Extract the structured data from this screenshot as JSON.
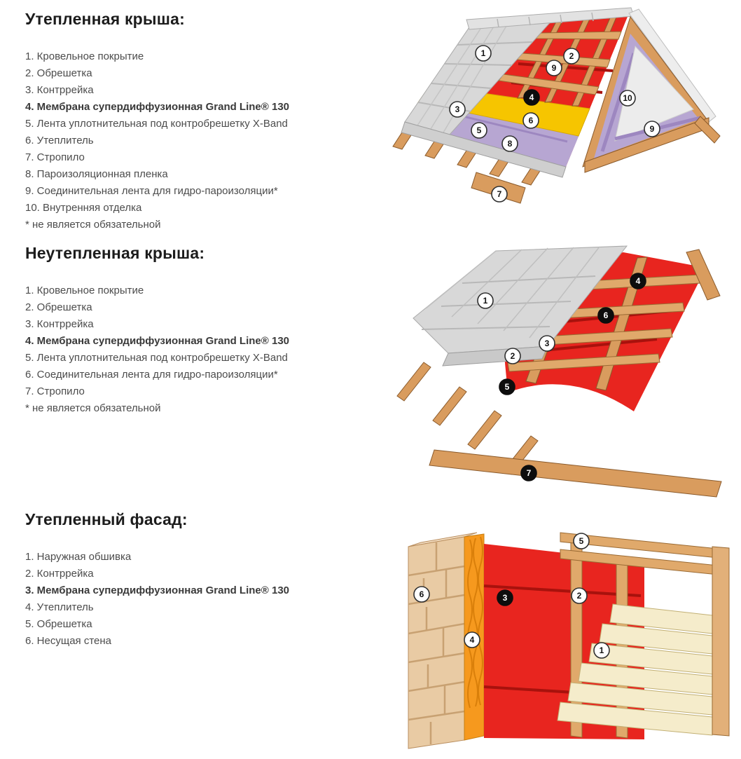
{
  "sections": [
    {
      "id": "insulated-roof",
      "heading": "Утепленная крыша:",
      "items": [
        "1. Кровельное покрытие",
        "2. Обрешетка",
        "3. Контррейка",
        "4. Мембрана супердиффузионная Grand Line® 130",
        "5. Лента уплотнительная под контробрешетку X-Band",
        "6. Утеплитель",
        "7. Стропило",
        "8. Пароизоляционная пленка",
        "9. Соединительная лента для гидро-пароизоляции*",
        "10. Внутренняя отделка",
        "* не является обязательной"
      ],
      "markers": [
        "1",
        "2",
        "9",
        "3",
        "4",
        "6",
        "5",
        "8",
        "7",
        "10",
        "9"
      ]
    },
    {
      "id": "cold-roof",
      "heading": "Неутепленная крыша:",
      "items": [
        "1. Кровельное покрытие",
        "2. Обрешетка",
        "3. Контррейка",
        "4. Мембрана супердиффузионная Grand Line® 130",
        "5. Лента уплотнительная под контробрешетку X-Band",
        "6. Соединительная лента для гидро-пароизоляции*",
        "7. Стропило",
        "* не является обязательной"
      ],
      "markers": [
        "1",
        "4",
        "6",
        "3",
        "2",
        "5",
        "7"
      ]
    },
    {
      "id": "insulated-facade",
      "heading": "Утепленный фасад:",
      "items": [
        "1. Наружная обшивка",
        "2. Контррейка",
        "3. Мембрана супердиффузионная Grand Line® 130",
        "4. Утеплитель",
        "5. Обрешетка",
        "6. Несущая стена"
      ],
      "markers": [
        "6",
        "3",
        "4",
        "2",
        "5",
        "1"
      ]
    }
  ],
  "colors": {
    "membrane_red": "#e8251f",
    "seam_dark_red": "#a8120d",
    "wood_tan": "#d99c5e",
    "batten_tan": "#e0a96b",
    "insulation_yellow": "#f6c500",
    "film_purple": "#b7a6d2",
    "tile_gray": "#d8d8d8",
    "siding_cream": "#f5eccb",
    "block_tan": "#e9cba4",
    "insulation_orange": "#f6991e",
    "heading_dark": "#1c1c1c",
    "text_gray": "#4c4c4c"
  }
}
